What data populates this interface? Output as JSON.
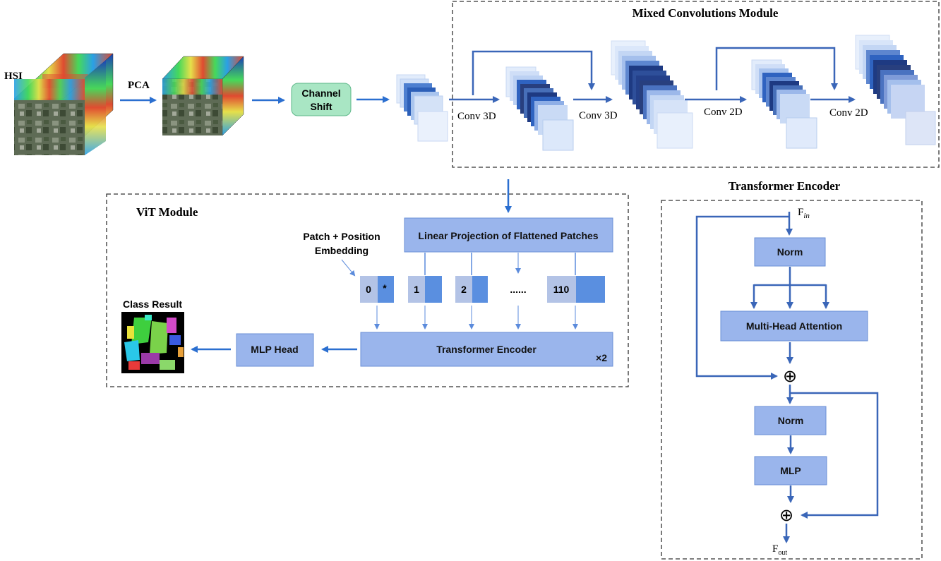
{
  "labels": {
    "hsi": "HSI",
    "pca": "PCA",
    "channel_shift": [
      "Channel",
      "Shift"
    ],
    "mixed_conv_title": "Mixed Convolutions Module",
    "conv3d_1": "Conv 3D",
    "conv3d_2": "Conv 3D",
    "conv2d_1": "Conv 2D",
    "conv2d_2": "Conv 2D",
    "vit_title": "ViT Module",
    "patch_pos": [
      "Patch + Position",
      "Embedding"
    ],
    "linear_proj": "Linear Projection of Flattened Patches",
    "tokens": [
      "0",
      "*",
      "1",
      "2",
      "110"
    ],
    "ellipsis": "......",
    "transformer_encoder_box": "Transformer Encoder",
    "times2": "×2",
    "mlp_head": "MLP Head",
    "class_result": "Class Result",
    "te_title": "Transformer Encoder",
    "f_in": "F",
    "f_in_sub": "in",
    "norm1": "Norm",
    "mha": "Multi-Head Attention",
    "norm2": "Norm",
    "mlp": "MLP",
    "f_out": "F",
    "f_out_sub": "out",
    "plus": "⊕"
  },
  "colors": {
    "arrow": "#2b6fd0",
    "block_fill": "#9ab5ec",
    "channel_shift": "#a9e6c4",
    "token_light": "#b3c3e6",
    "token_dark": "#5a8fe0"
  }
}
